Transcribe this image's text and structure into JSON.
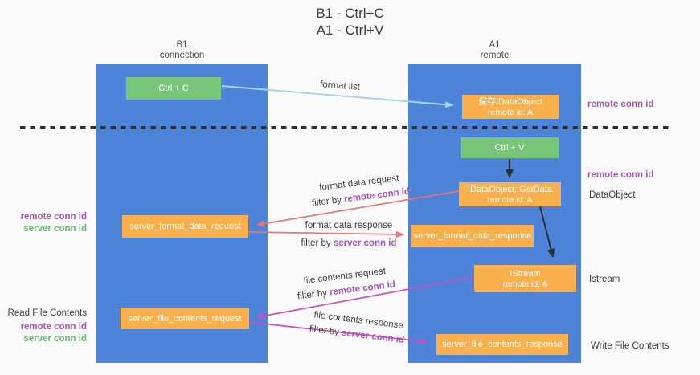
{
  "title": {
    "line1": "B1 - Ctrl+C",
    "line2": "A1 - Ctrl+V"
  },
  "lanes": {
    "left": {
      "name": "B1",
      "role": "connection"
    },
    "right": {
      "name": "A1",
      "role": "remote"
    }
  },
  "nodes": {
    "ctrl_c": {
      "label": "Ctrl + C"
    },
    "save_dataobject": {
      "line1": "保存IDataObject",
      "line2": "remote id: A"
    },
    "ctrl_v": {
      "label": "Ctrl + V"
    },
    "getdata": {
      "line1": "IDataObject::GetData",
      "line2": "remote id: A"
    },
    "server_format_data_request": {
      "label": "server_format_data_request"
    },
    "server_format_data_response": {
      "label": "server_format_data_response"
    },
    "istream": {
      "line1": "IStream",
      "line2": "remote id: A"
    },
    "server_file_contents_request": {
      "label": "server_file_contents_request"
    },
    "server_file_contents_response": {
      "label": "server_file_contents_response"
    }
  },
  "edges": {
    "format_list": {
      "label": "format list"
    },
    "format_data_request": {
      "label": "format data request",
      "filter_prefix": "filter by ",
      "filter_key": "remote conn id"
    },
    "format_data_response": {
      "label": "format data response",
      "filter_prefix": "filter by ",
      "filter_key": "server conn id"
    },
    "file_contents_request": {
      "label": "file contents request",
      "filter_prefix": "filter by ",
      "filter_key": "remote conn id"
    },
    "file_contents_response": {
      "label": "file contents response",
      "filter_prefix": "filter by ",
      "filter_key": "server conn id"
    }
  },
  "annotations": {
    "right_top_conn": "remote conn id",
    "right_mid_conn": "remote conn id",
    "dataobject": "DataObject",
    "istream": "Istream",
    "write_file": "Write File Contents",
    "left_mid": {
      "remote": "remote conn id",
      "server": "server conn id"
    },
    "left_bottom": {
      "title": "Read File Contents",
      "remote": "remote conn id",
      "server": "server conn id"
    }
  },
  "colors": {
    "bg": "#fafafa",
    "lane_blue": "#4d83d9",
    "node_orange": "#f9af4b",
    "node_green": "#79c679",
    "arrow_light_blue": "#a9d3f0",
    "arrow_red": "#e87672",
    "arrow_magenta": "#cb4fc3",
    "arrow_black": "#2f2f2f",
    "conn_purple": "#a855b5",
    "conn_green": "#67bd6b",
    "text_dark": "#3c3c3c"
  }
}
